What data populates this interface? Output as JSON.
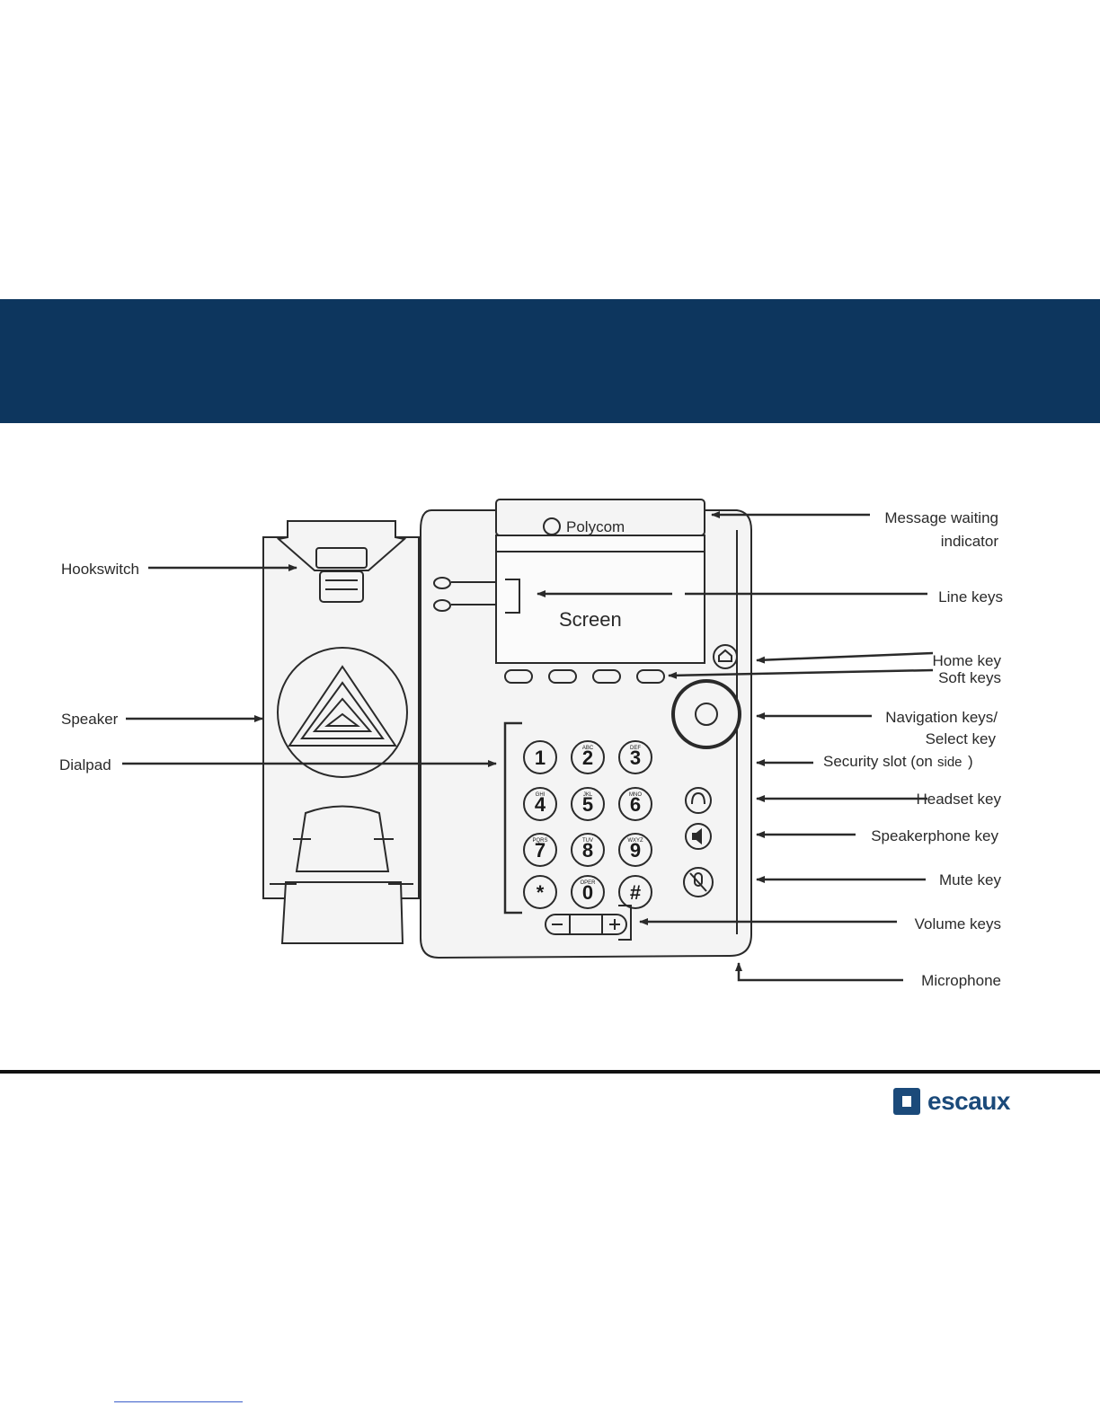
{
  "colors": {
    "banner": "#0d365e",
    "outline": "#2a2a2a",
    "body_fill": "#f4f4f4",
    "rule": "#111111",
    "logo": "#1b4a7a",
    "link": "#3b5dc9"
  },
  "phone": {
    "brand": "Polycom",
    "screen_text": "Screen",
    "keys": [
      {
        "digit": "1",
        "letters": ""
      },
      {
        "digit": "2",
        "letters": "ABC"
      },
      {
        "digit": "3",
        "letters": "DEF"
      },
      {
        "digit": "4",
        "letters": "GHI"
      },
      {
        "digit": "5",
        "letters": "JKL"
      },
      {
        "digit": "6",
        "letters": "MNO"
      },
      {
        "digit": "7",
        "letters": "PQRS"
      },
      {
        "digit": "8",
        "letters": "TUV"
      },
      {
        "digit": "9",
        "letters": "WXYZ"
      },
      {
        "digit": "*",
        "letters": ""
      },
      {
        "digit": "0",
        "letters": "OPER"
      },
      {
        "digit": "#",
        "letters": ""
      }
    ]
  },
  "labels": {
    "hookswitch": "Hookswitch",
    "speaker": "Speaker",
    "dialpad": "Dialpad",
    "message_waiting_1": "Message waiting",
    "message_waiting_2": "indicator",
    "line_keys": "Line keys",
    "home_key": "Home key",
    "soft_keys": "Soft keys",
    "navigation_1": "Navigation keys/",
    "navigation_2": "Select key",
    "security_slot": "Security slot (on",
    "security_side": "side",
    "security_close": ")",
    "headset_key": "Headset key",
    "speakerphone_key": "Speakerphone key",
    "mute_key": "Mute key",
    "volume_keys": "Volume keys",
    "microphone": "Microphone"
  },
  "footer": {
    "logo_text": "escaux"
  }
}
